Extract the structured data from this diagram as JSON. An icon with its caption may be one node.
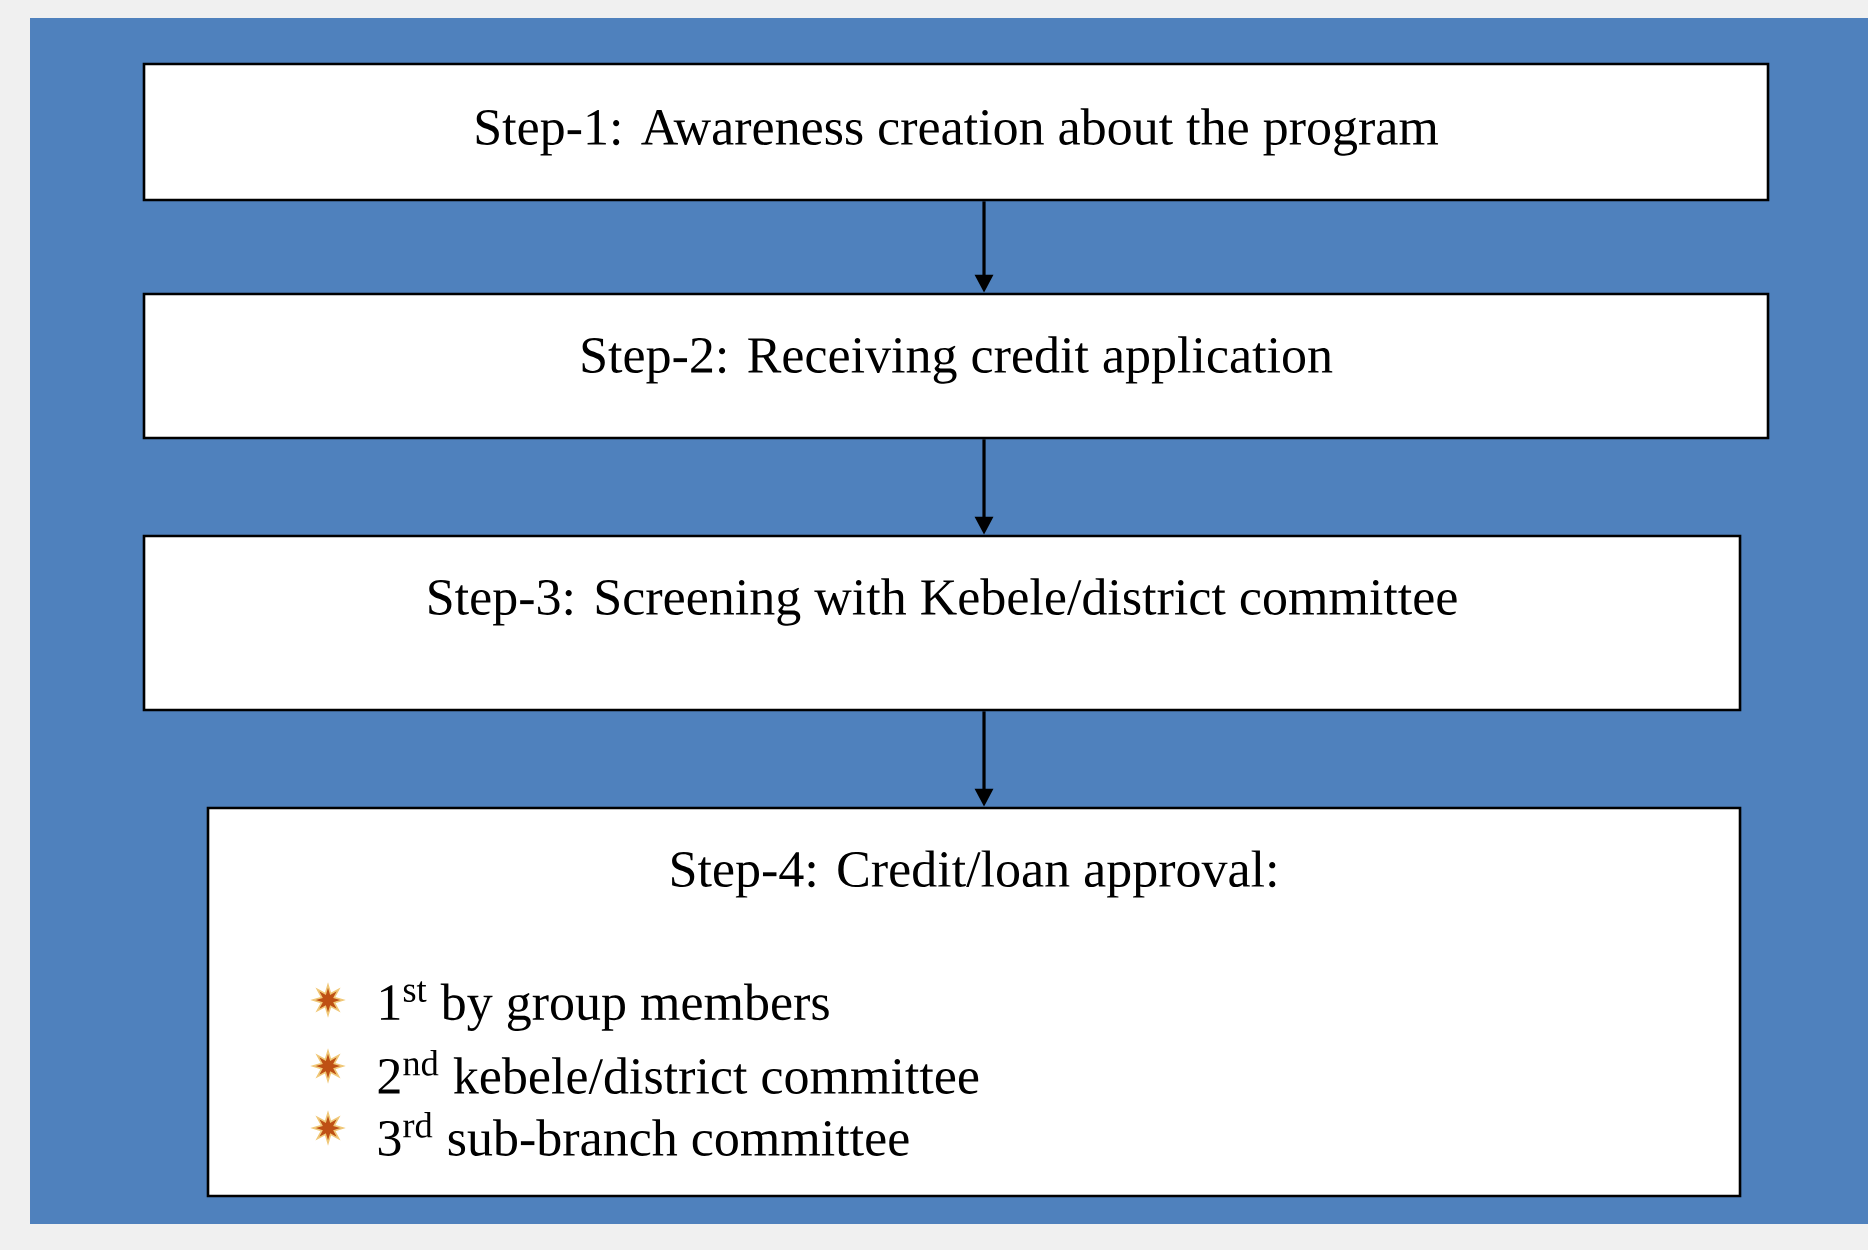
{
  "diagram": {
    "nodes": [
      {
        "text": [
          "Step-1: Awareness creation about the program"
        ]
      },
      {
        "text": [
          "Step-2: Receiving credit application"
        ]
      },
      {
        "text": [
          "Step-3: Screening with Kebele/district committee"
        ]
      },
      {
        "text": [
          "Step-4: Credit/loan approval:",
          "1$^{st}$ by group members",
          "2$^{nd}$ kebele/district committee",
          "3$^{rd}$  sub-branch committee"
        ]
      }
    ],
    "edges": [
      {
        "from": 0,
        "to": 1,
        "arrow": "to"
      },
      {
        "from": 1,
        "to": 2,
        "arrow": "to"
      },
      {
        "from": 2,
        "to": 3,
        "arrow": "to"
      }
    ]
  }
}
